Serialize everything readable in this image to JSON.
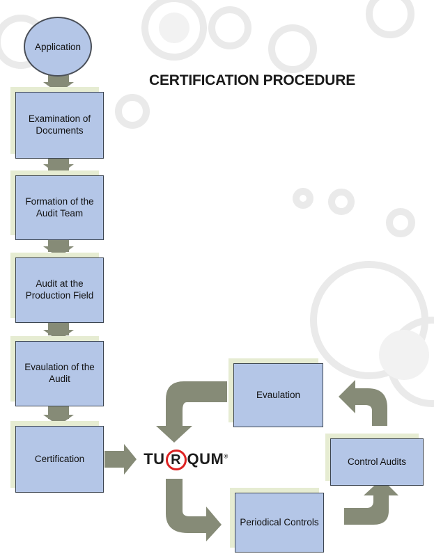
{
  "title": "CERTIFICATION PROCEDURE",
  "flow": {
    "start": "Application",
    "steps": [
      "Examination of Documents",
      "Formation of the Audit Team",
      "Audit at the Production Field",
      "Evaulation of the Audit",
      "Certification"
    ]
  },
  "cycle": {
    "evaluation": "Evaulation",
    "control_audits": "Control Audits",
    "periodical_controls": "Periodical Controls"
  },
  "logo": {
    "text_left": "TU",
    "text_r": "R",
    "text_right": "QUM"
  },
  "colors": {
    "box_fill": "#b4c6e7",
    "arrow": "#868b77",
    "shadow": "#e6ecd2",
    "logo_accent": "#d22222"
  }
}
